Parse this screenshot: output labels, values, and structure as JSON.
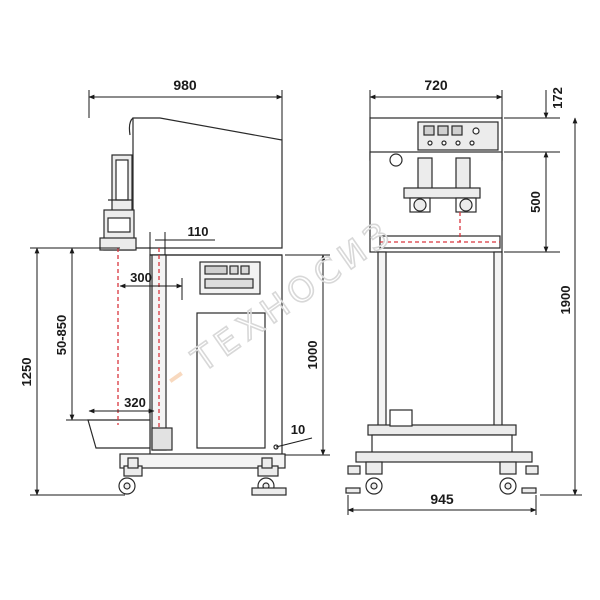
{
  "dimensions": {
    "side_width": "980",
    "front_width": "720",
    "head_top": "172",
    "head_height": "500",
    "overall_height": "1900",
    "seal_height": "1250",
    "adjust_range": "50-850",
    "offset_110": "110",
    "offset_300": "300",
    "offset_320": "320",
    "cabinet_height": "1000",
    "offset_10": "10",
    "base_width": "945"
  },
  "watermark": "ТЕХНОСИЗ",
  "colors": {
    "line": "#2a2a2a",
    "body_fill": "#ffffff",
    "panel_fill": "#e9e9e9",
    "red_dash": "#d9363e",
    "watermark": "#d0d0d0"
  }
}
